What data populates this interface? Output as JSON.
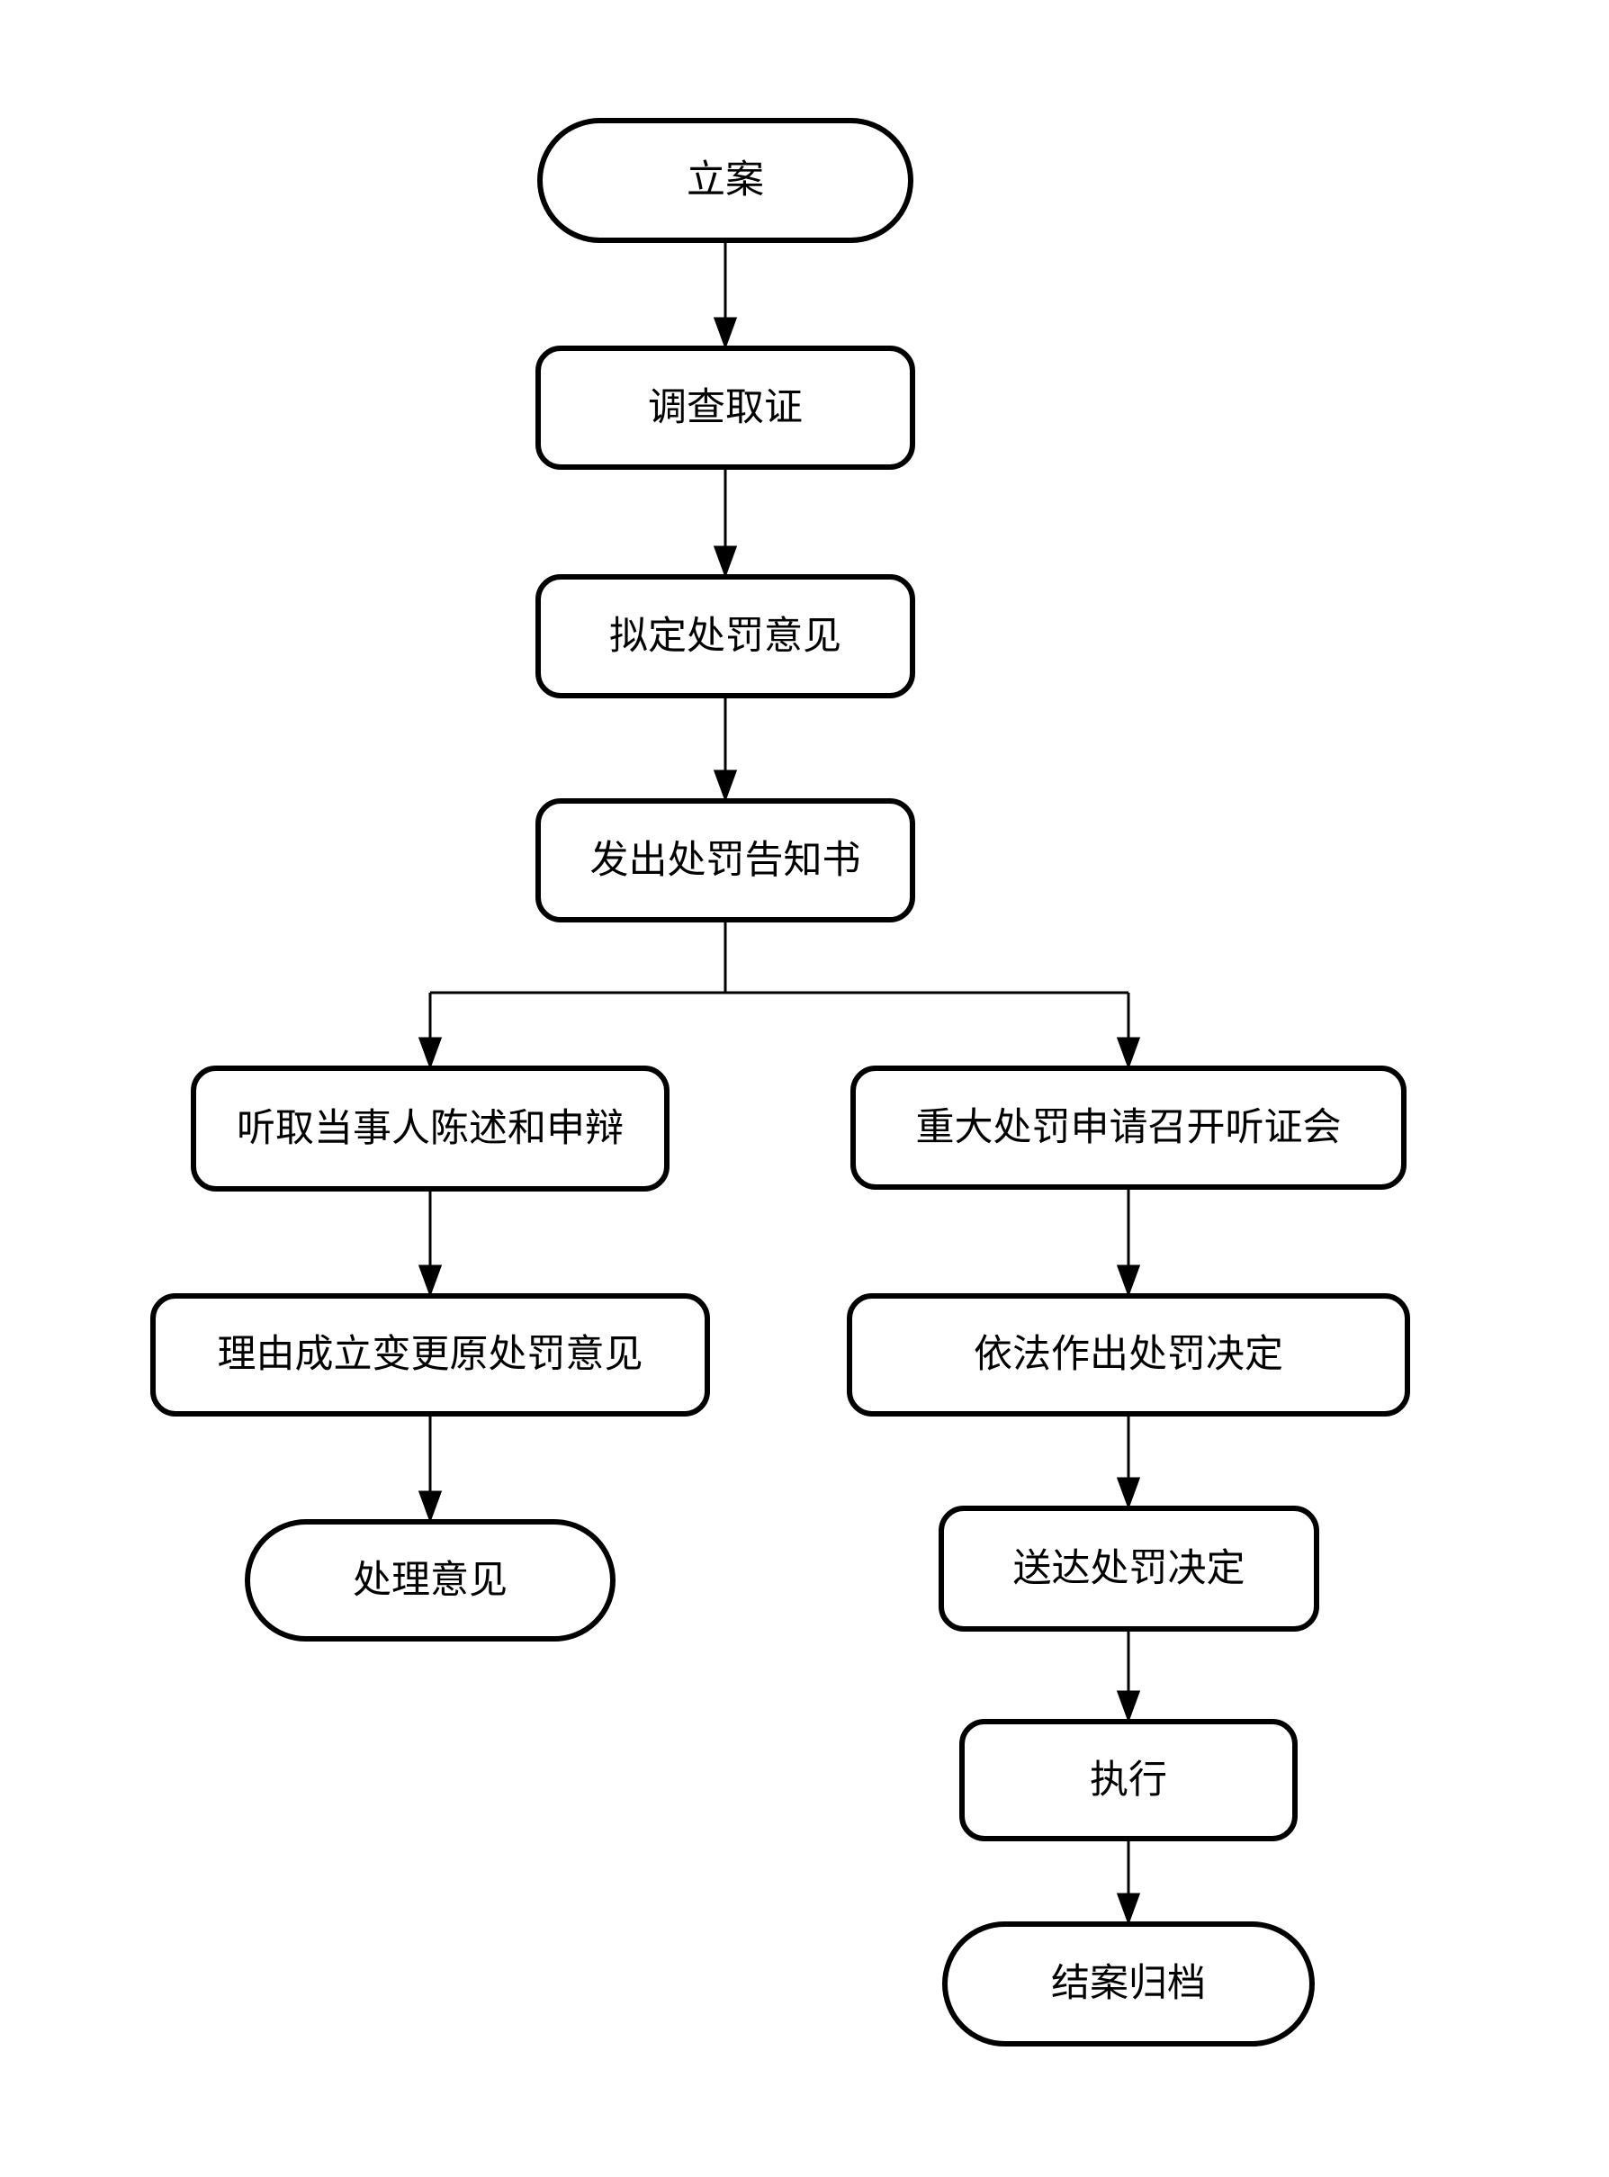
{
  "diagram": {
    "type": "flowchart",
    "background_color": "#ffffff",
    "stroke_color": "#000000",
    "nodes": {
      "start": {
        "label": "立案",
        "shape": "stadium"
      },
      "investigate": {
        "label": "调查取证",
        "shape": "rounded-rect"
      },
      "draft": {
        "label": "拟定处罚意见",
        "shape": "rounded-rect"
      },
      "notice": {
        "label": "发出处罚告知书",
        "shape": "rounded-rect"
      },
      "hear": {
        "label": "听取当事人陈述和申辩",
        "shape": "rounded-rect"
      },
      "hearing": {
        "label": "重大处罚申请召开听证会",
        "shape": "rounded-rect"
      },
      "change": {
        "label": "理由成立变更原处罚意见",
        "shape": "rounded-rect"
      },
      "decide": {
        "label": "依法作出处罚决定",
        "shape": "rounded-rect"
      },
      "opinion": {
        "label": "处理意见",
        "shape": "stadium"
      },
      "deliver": {
        "label": "送达处罚决定",
        "shape": "rounded-rect"
      },
      "execute": {
        "label": "执行",
        "shape": "rounded-rect"
      },
      "archive": {
        "label": "结案归档",
        "shape": "stadium"
      }
    },
    "edges": [
      {
        "from": "start",
        "to": "investigate"
      },
      {
        "from": "investigate",
        "to": "draft"
      },
      {
        "from": "draft",
        "to": "notice"
      },
      {
        "from": "notice",
        "to": "hear"
      },
      {
        "from": "notice",
        "to": "hearing"
      },
      {
        "from": "hear",
        "to": "change"
      },
      {
        "from": "change",
        "to": "opinion"
      },
      {
        "from": "hearing",
        "to": "decide"
      },
      {
        "from": "decide",
        "to": "deliver"
      },
      {
        "from": "deliver",
        "to": "execute"
      },
      {
        "from": "execute",
        "to": "archive"
      }
    ]
  }
}
